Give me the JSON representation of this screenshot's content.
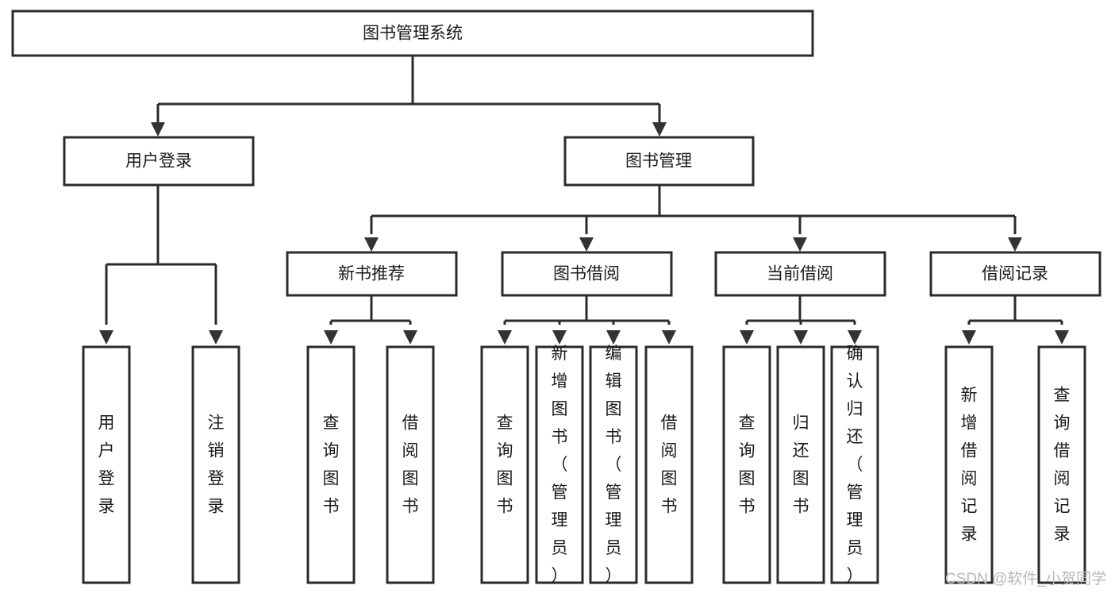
{
  "diagram": {
    "type": "hierarchy-tree",
    "title": "图书管理系统",
    "root": {
      "id": "root",
      "label": "图书管理系统",
      "orientation": "horizontal"
    },
    "level2": [
      {
        "id": "user-login",
        "label": "用户登录",
        "orientation": "horizontal"
      },
      {
        "id": "book-management",
        "label": "图书管理",
        "orientation": "horizontal"
      }
    ],
    "level3": [
      {
        "id": "new-book-recommend",
        "label": "新书推荐",
        "orientation": "horizontal",
        "parent": "book-management"
      },
      {
        "id": "book-borrow",
        "label": "图书借阅",
        "orientation": "horizontal",
        "parent": "book-management"
      },
      {
        "id": "current-borrow",
        "label": "当前借阅",
        "orientation": "horizontal",
        "parent": "book-management"
      },
      {
        "id": "borrow-record",
        "label": "借阅记录",
        "orientation": "horizontal",
        "parent": "book-management"
      }
    ],
    "leaves": [
      {
        "id": "leaf-user-login",
        "label": "用户登录",
        "orientation": "vertical",
        "parent": "user-login"
      },
      {
        "id": "leaf-logout",
        "label": "注销登录",
        "orientation": "vertical",
        "parent": "user-login"
      },
      {
        "id": "leaf-query-books-1",
        "label": "查询图书",
        "orientation": "vertical",
        "parent": "new-book-recommend"
      },
      {
        "id": "leaf-borrow-books-1",
        "label": "借阅图书",
        "orientation": "vertical",
        "parent": "new-book-recommend"
      },
      {
        "id": "leaf-query-books-2",
        "label": "查询图书",
        "orientation": "vertical",
        "parent": "book-borrow"
      },
      {
        "id": "leaf-add-book",
        "label": "新增图书（管理员）",
        "orientation": "vertical",
        "parent": "book-borrow"
      },
      {
        "id": "leaf-edit-book",
        "label": "编辑图书（管理员）",
        "orientation": "vertical",
        "parent": "book-borrow"
      },
      {
        "id": "leaf-borrow-books-2",
        "label": "借阅图书",
        "orientation": "vertical",
        "parent": "book-borrow"
      },
      {
        "id": "leaf-query-books-3",
        "label": "查询图书",
        "orientation": "vertical",
        "parent": "current-borrow"
      },
      {
        "id": "leaf-return-books",
        "label": "归还图书",
        "orientation": "vertical",
        "parent": "current-borrow"
      },
      {
        "id": "leaf-confirm-return",
        "label": "确认归还（管理员）",
        "orientation": "vertical",
        "parent": "current-borrow"
      },
      {
        "id": "leaf-add-record",
        "label": "新增借阅记录",
        "orientation": "vertical",
        "parent": "borrow-record"
      },
      {
        "id": "leaf-query-record",
        "label": "查询借阅记录",
        "orientation": "vertical",
        "parent": "borrow-record"
      }
    ],
    "colors": {
      "box_stroke": "#2b2b2b",
      "box_fill": "#ffffff",
      "connector": "#2b2b2b",
      "text": "#1a1a1a",
      "background": "#ffffff",
      "watermark": "#b8b8b8"
    }
  },
  "watermark": {
    "text": "CSDN @软件_小贺同学"
  }
}
